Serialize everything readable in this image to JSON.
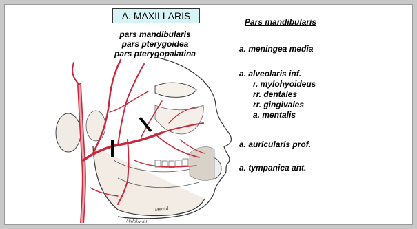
{
  "title": "A. MAXILLARIS",
  "parts": [
    "pars mandibularis",
    "pars pterygoidea",
    "pars pterygopalatina"
  ],
  "section_heading": "Pars mandibularis",
  "branches": [
    {
      "label": "a. meningea media",
      "indent": 0
    },
    {
      "label": "a. alveolaris inf.",
      "indent": 0
    },
    {
      "label": "r. mylohyoideus",
      "indent": 1
    },
    {
      "label": "rr. dentales",
      "indent": 1
    },
    {
      "label": "rr. gingivales",
      "indent": 1
    },
    {
      "label": "a. mentalis",
      "indent": 1
    },
    {
      "label": "a. auricularis prof.",
      "indent": 0
    },
    {
      "label": "a. tympanica ant.",
      "indent": 0
    }
  ],
  "figure_labels": {
    "mental": "Mental",
    "mylohyoid": "Mylohyoid"
  },
  "colors": {
    "title_bg": "#d6f3f5",
    "artery": "#c8283c",
    "artery_fill": "#e8a0aa"
  }
}
